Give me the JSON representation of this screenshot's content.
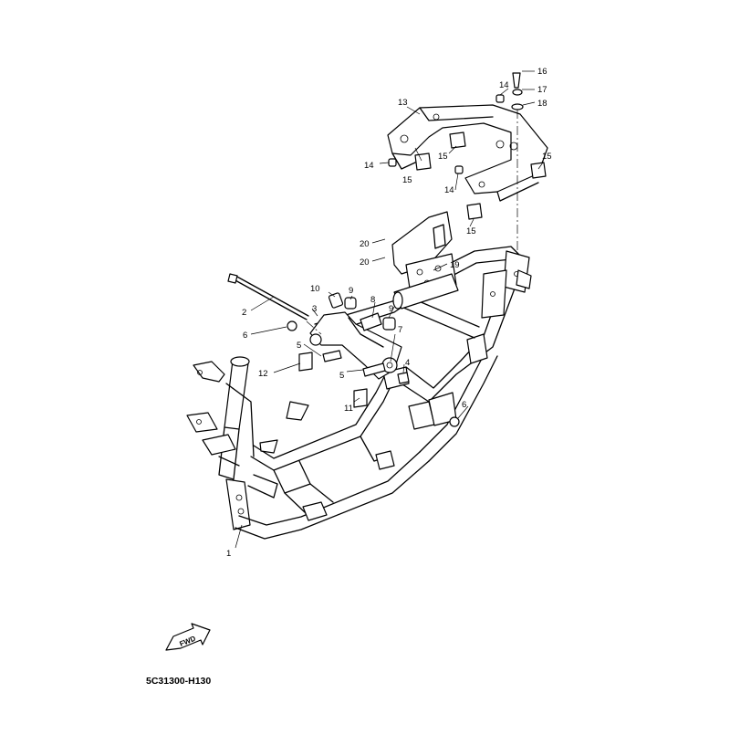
{
  "diagram": {
    "part_code": "5C31300-H130",
    "fwd_label": "FWD",
    "callouts": [
      {
        "id": "c1",
        "label": "1"
      },
      {
        "id": "c2",
        "label": "2"
      },
      {
        "id": "c3",
        "label": "3"
      },
      {
        "id": "c4",
        "label": "4"
      },
      {
        "id": "c5a",
        "label": "5"
      },
      {
        "id": "c5b",
        "label": "5"
      },
      {
        "id": "c6a",
        "label": "6"
      },
      {
        "id": "c6b",
        "label": "6"
      },
      {
        "id": "c7",
        "label": "7"
      },
      {
        "id": "c8",
        "label": "8"
      },
      {
        "id": "c9a",
        "label": "9"
      },
      {
        "id": "c9b",
        "label": "9"
      },
      {
        "id": "c10",
        "label": "10"
      },
      {
        "id": "c11",
        "label": "11"
      },
      {
        "id": "c12",
        "label": "12"
      },
      {
        "id": "c13",
        "label": "13"
      },
      {
        "id": "c14a",
        "label": "14"
      },
      {
        "id": "c14b",
        "label": "14"
      },
      {
        "id": "c14c",
        "label": "14"
      },
      {
        "id": "c15a",
        "label": "15"
      },
      {
        "id": "c15b",
        "label": "15"
      },
      {
        "id": "c15c",
        "label": "15"
      },
      {
        "id": "c15d",
        "label": "15"
      },
      {
        "id": "c16",
        "label": "16"
      },
      {
        "id": "c17",
        "label": "17"
      },
      {
        "id": "c18",
        "label": "18"
      },
      {
        "id": "c19",
        "label": "19"
      },
      {
        "id": "c20a",
        "label": "20"
      },
      {
        "id": "c20b",
        "label": "20"
      }
    ]
  }
}
